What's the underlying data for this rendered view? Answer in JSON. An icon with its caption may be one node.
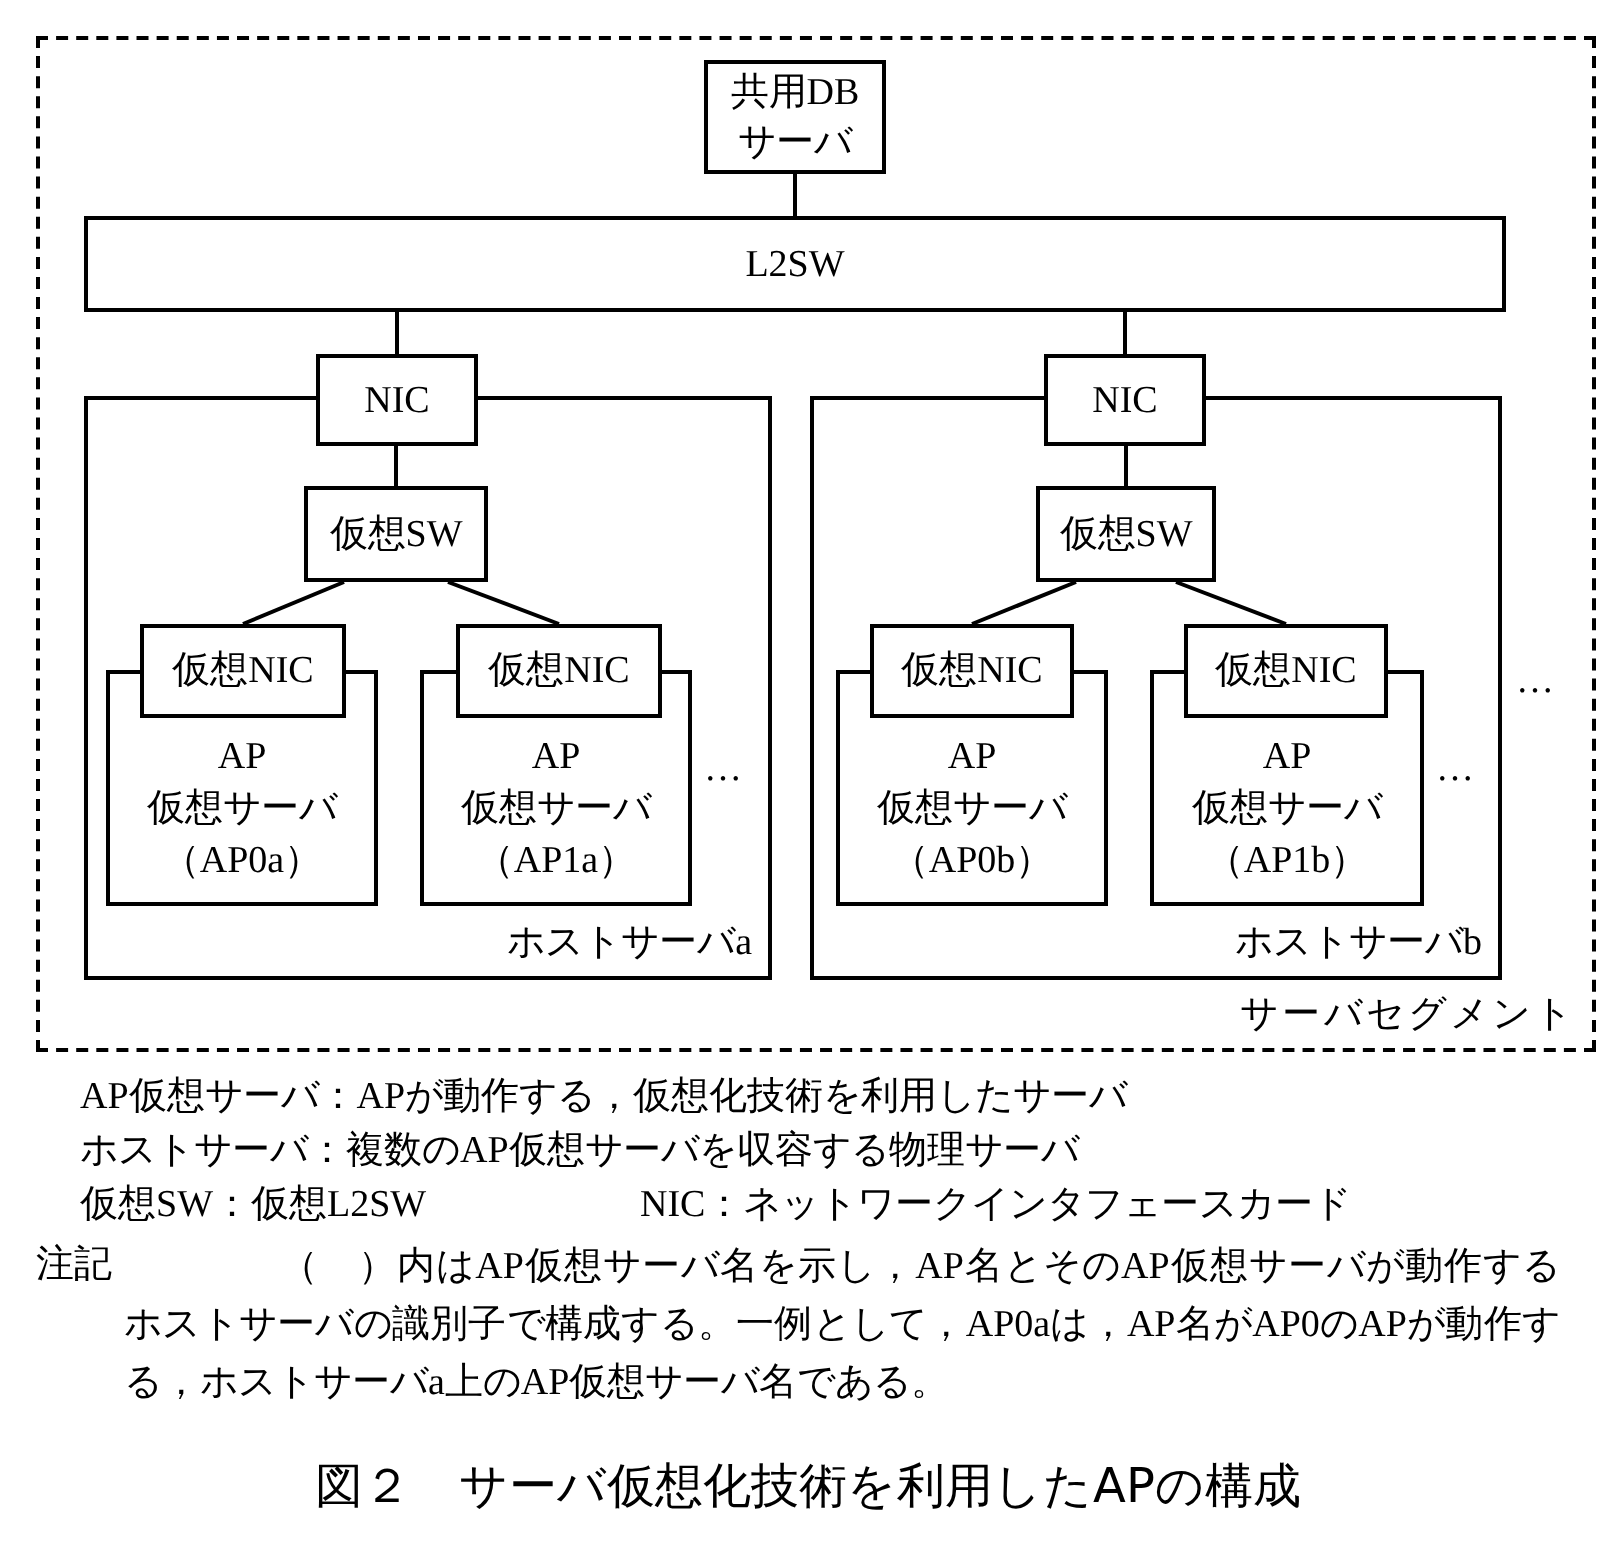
{
  "diagram": {
    "caption": "図２　サーバ仮想化技術を利用したAPの構成",
    "nodes": [
      {
        "text": [
          "サーバセグメント"
        ]
      },
      {
        "text": [
          "共用DBサーバ"
        ],
        "in": 0
      },
      {
        "text": [
          "L2SW"
        ],
        "in": 0
      },
      {
        "text": [
          "NIC"
        ],
        "in": 0
      },
      {
        "text": [
          "ホストサーバa"
        ],
        "in": 0
      },
      {
        "text": [
          "仮想SW"
        ],
        "in": 4
      },
      {
        "text": [
          "仮想NIC"
        ],
        "in": 4
      },
      {
        "text": [
          "AP仮想サーバ（AP0a）"
        ],
        "in": 4
      },
      {
        "text": [
          "仮想NIC"
        ],
        "in": 4
      },
      {
        "text": [
          "AP仮想サーバ（AP1a）"
        ],
        "in": 4
      },
      {
        "text": [
          "NIC"
        ],
        "in": 0
      },
      {
        "text": [
          "ホストサーバb"
        ],
        "in": 0
      },
      {
        "text": [
          "仮想SW"
        ],
        "in": 11
      },
      {
        "text": [
          "仮想NIC"
        ],
        "in": 11
      },
      {
        "text": [
          "AP仮想サーバ（AP0b）"
        ],
        "in": 11
      },
      {
        "text": [
          "仮想NIC"
        ],
        "in": 11
      },
      {
        "text": [
          "AP仮想サーバ（AP1b）"
        ],
        "in": 11
      }
    ],
    "edges": [
      {
        "from": 1,
        "to": 2,
        "arrow": "none"
      },
      {
        "from": 2,
        "to": 3,
        "arrow": "none"
      },
      {
        "from": 3,
        "to": 5,
        "arrow": "none"
      },
      {
        "from": 5,
        "to": 6,
        "arrow": "none"
      },
      {
        "from": 5,
        "to": 8,
        "arrow": "none"
      },
      {
        "from": 2,
        "to": 10,
        "arrow": "none"
      },
      {
        "from": 10,
        "to": 12,
        "arrow": "none"
      },
      {
        "from": 12,
        "to": 13,
        "arrow": "none"
      },
      {
        "from": 12,
        "to": 15,
        "arrow": "none"
      }
    ],
    "labels": [
      "…",
      "…",
      "…",
      "AP仮想サーバ：APが動作する，仮想化技術を利用したサーバ",
      "ホストサーバ：複数のAP仮想サーバを収容する物理サーバ",
      "仮想SW：仮想L2SW",
      "NIC：ネットワークインタフェースカード",
      "注記",
      "（　）内はAP仮想サーバ名を示し，AP名とそのAP仮想サーバが動作するホストサーバの識別子で構成する。一例として，AP0aは，AP名がAP0のAPが動作する，ホストサーバa上のAP仮想サーバ名である。"
    ]
  }
}
